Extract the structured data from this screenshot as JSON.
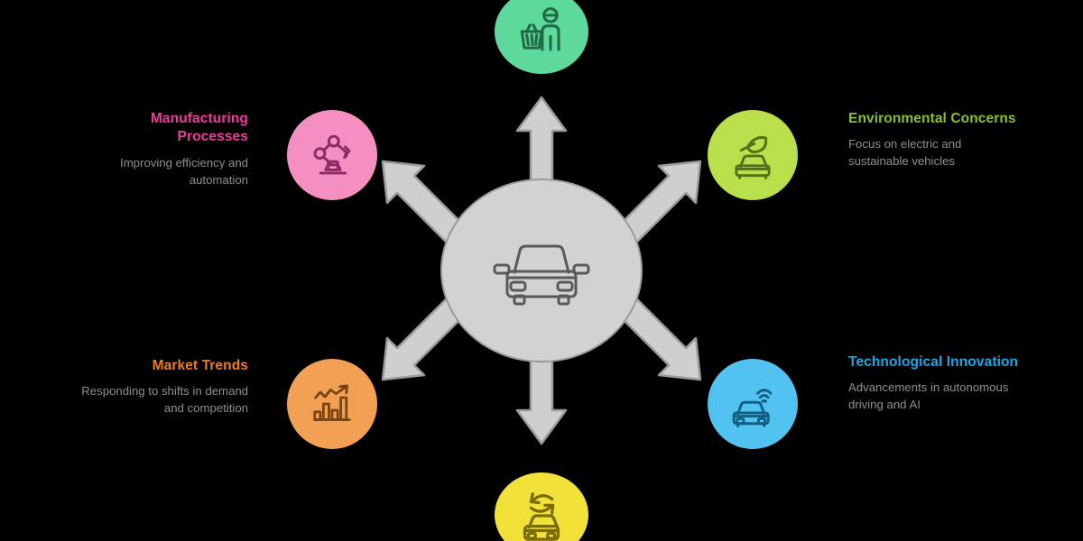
{
  "diagram": {
    "background_color": "#000000",
    "center": {
      "label": "automotive-industry-hub",
      "icon": "car-front-icon",
      "fill": "#d2d2d2",
      "stroke": "#9a9a9a",
      "icon_color": "#5a5a5a"
    },
    "arrows": {
      "color": "#cfcfcf",
      "stroke": "#9a9a9a",
      "count": 6,
      "directions": [
        "up",
        "up-left",
        "up-right",
        "down-left",
        "down-right",
        "down"
      ]
    },
    "nodes": [
      {
        "id": "consumer-demand",
        "position": "top",
        "icon": "shopper-basket-icon",
        "color": "#5ed99c",
        "icon_color": "#1f6b45",
        "title": "",
        "description": ""
      },
      {
        "id": "manufacturing-processes",
        "position": "top-left",
        "icon": "robotic-arm-icon",
        "color": "#f58fc2",
        "icon_color": "#8e2a63",
        "title": "Manufacturing Processes",
        "description": "Improving efficiency and automation",
        "title_color": "#f03a9b"
      },
      {
        "id": "environmental-concerns",
        "position": "top-right",
        "icon": "eco-leaf-car-icon",
        "color": "#b9e04a",
        "icon_color": "#53701a",
        "title": "Environmental Concerns",
        "description": "Focus on electric and sustainable vehicles",
        "title_color": "#8ac122"
      },
      {
        "id": "market-trends",
        "position": "bottom-left",
        "icon": "bar-chart-trend-icon",
        "color": "#f2a154",
        "icon_color": "#7a4312",
        "title": "Market Trends",
        "description": "Responding to shifts in demand and competition",
        "title_color": "#f07c1a"
      },
      {
        "id": "technological-innovation",
        "position": "bottom-right",
        "icon": "connected-car-signal-icon",
        "color": "#52c3f1",
        "icon_color": "#105f85",
        "title": "Technological Innovation",
        "description": "Advancements in autonomous driving and AI",
        "title_color": "#13a9e8"
      },
      {
        "id": "supply-chain",
        "position": "bottom",
        "icon": "car-recycle-arrows-icon",
        "color": "#f2e138",
        "icon_color": "#7a6c08",
        "title": "",
        "description": ""
      }
    ]
  }
}
